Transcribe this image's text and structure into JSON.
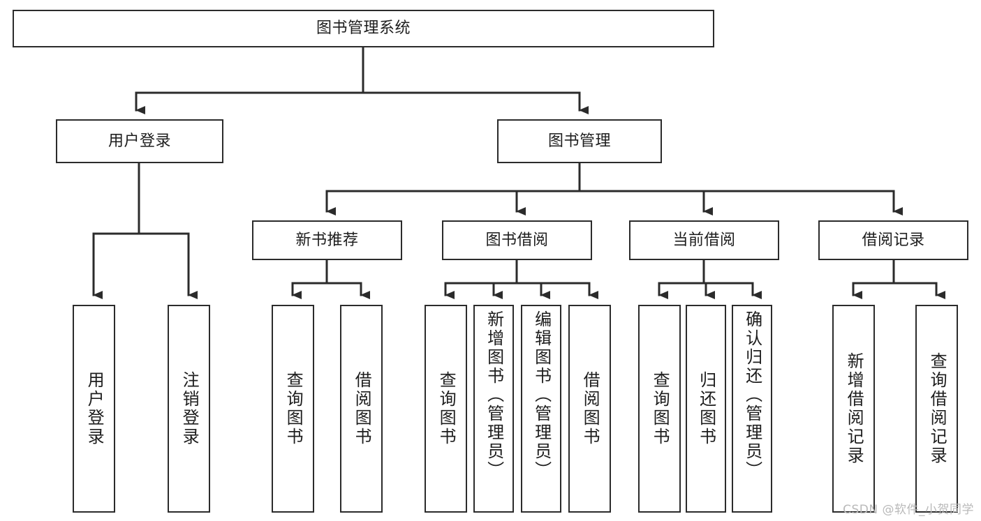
{
  "diagram": {
    "title": "图书管理系统",
    "type": "tree",
    "root": {
      "id": "root",
      "label": "图书管理系统",
      "orientation": "horizontal"
    },
    "level2": [
      {
        "id": "user-login",
        "label": "用户登录",
        "orientation": "horizontal"
      },
      {
        "id": "book-manage",
        "label": "图书管理",
        "orientation": "horizontal"
      }
    ],
    "level3": [
      {
        "id": "new-book-rec",
        "label": "新书推荐",
        "orientation": "horizontal"
      },
      {
        "id": "book-borrow",
        "label": "图书借阅",
        "orientation": "horizontal"
      },
      {
        "id": "current-borrow",
        "label": "当前借阅",
        "orientation": "horizontal"
      },
      {
        "id": "borrow-record",
        "label": "借阅记录",
        "orientation": "horizontal"
      }
    ],
    "leaves": [
      {
        "id": "leaf-user-login",
        "label": "用户登录",
        "parent": "user-login",
        "orientation": "vertical"
      },
      {
        "id": "leaf-logout",
        "label": "注销登录",
        "parent": "user-login",
        "orientation": "vertical"
      },
      {
        "id": "leaf-query-book-1",
        "label": "查询图书",
        "parent": "new-book-rec",
        "orientation": "vertical"
      },
      {
        "id": "leaf-borrow-book-1",
        "label": "借阅图书",
        "parent": "new-book-rec",
        "orientation": "vertical"
      },
      {
        "id": "leaf-query-book-2",
        "label": "查询图书",
        "parent": "book-borrow",
        "orientation": "vertical"
      },
      {
        "id": "leaf-add-book",
        "label": "新增图书（管理员）",
        "parent": "book-borrow",
        "orientation": "vertical"
      },
      {
        "id": "leaf-edit-book",
        "label": "编辑图书（管理员）",
        "parent": "book-borrow",
        "orientation": "vertical"
      },
      {
        "id": "leaf-borrow-book-2",
        "label": "借阅图书",
        "parent": "book-borrow",
        "orientation": "vertical"
      },
      {
        "id": "leaf-query-book-3",
        "label": "查询图书",
        "parent": "current-borrow",
        "orientation": "vertical"
      },
      {
        "id": "leaf-return-book",
        "label": "归还图书",
        "parent": "current-borrow",
        "orientation": "vertical"
      },
      {
        "id": "leaf-confirm-return",
        "label": "确认归还（管理员）",
        "parent": "current-borrow",
        "orientation": "vertical"
      },
      {
        "id": "leaf-add-record",
        "label": "新增借阅记录",
        "parent": "borrow-record",
        "orientation": "vertical"
      },
      {
        "id": "leaf-query-record",
        "label": "查询借阅记录",
        "parent": "borrow-record",
        "orientation": "vertical"
      }
    ],
    "colors": {
      "stroke": "#2b2b2b",
      "fill": "#ffffff",
      "text": "#1d1d1d",
      "watermark": "#b9b9b9"
    }
  },
  "watermark": {
    "text": "CSDN @软件_小贺同学"
  }
}
